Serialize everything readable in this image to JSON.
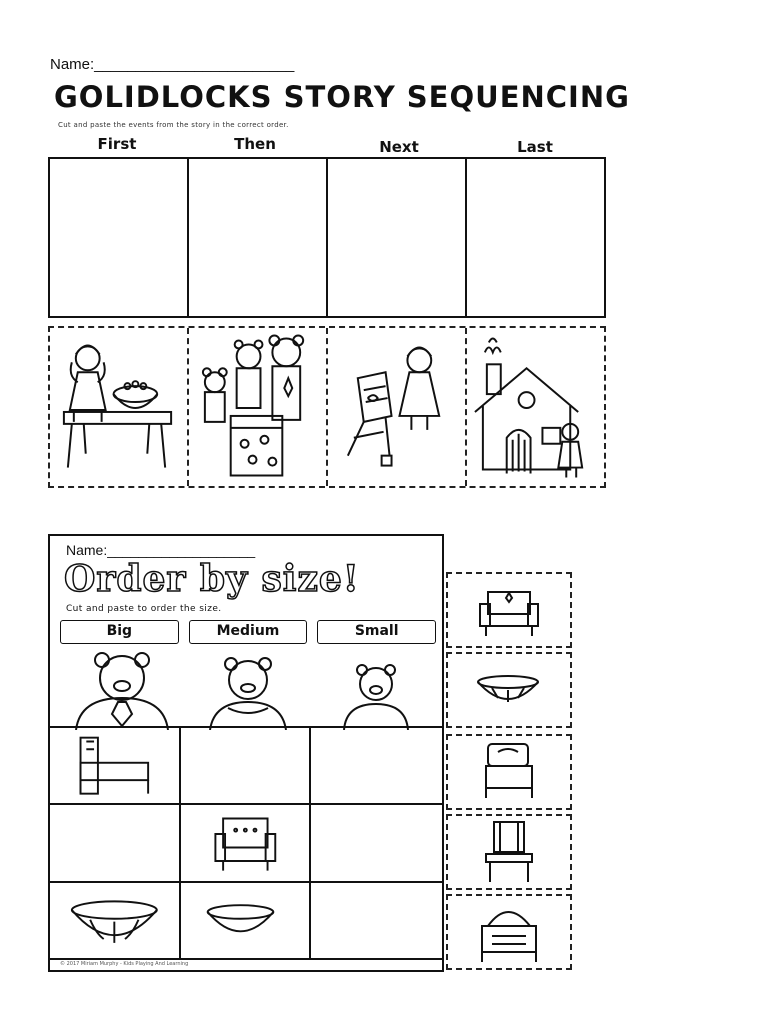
{
  "worksheet1": {
    "name_label": "Name:________________________",
    "title": "GOLIDLOCKS STORY SEQUENCING",
    "instructions": "Cut and paste the events from the story in the correct order.",
    "columns": [
      "First",
      "Then",
      "Next",
      "Last"
    ],
    "picture_cards": [
      {
        "icon": "goldilocks-porridge-icon"
      },
      {
        "icon": "three-bears-bed-icon"
      },
      {
        "icon": "broken-chair-icon"
      },
      {
        "icon": "cottage-icon"
      }
    ]
  },
  "worksheet2": {
    "name_label": "Name:___________________",
    "title": "Order by size!",
    "instructions": "Cut and paste to order the size.",
    "size_labels": [
      "Big",
      "Medium",
      "Small"
    ],
    "bears": [
      "papa-bear-icon",
      "mama-bear-icon",
      "baby-bear-icon"
    ],
    "copyright": "© 2017 Miriam Murphy - Kids Playing And Learning"
  },
  "cutouts": [
    "chair-icon",
    "bowl-icon",
    "bed-icon",
    "chair-icon",
    "bed-icon"
  ]
}
